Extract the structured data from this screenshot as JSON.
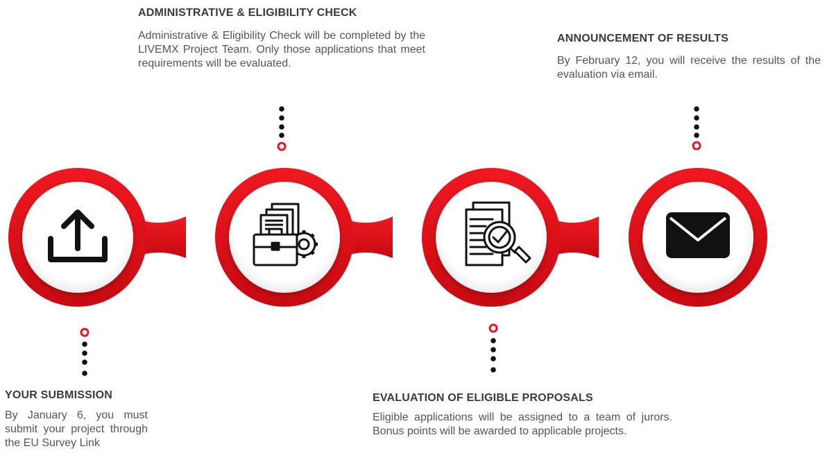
{
  "steps": [
    {
      "id": "submission",
      "title": "YOUR SUBMISSION",
      "description": "By January 6, you must submit your project through the EU Survey Link",
      "icon": "upload-icon"
    },
    {
      "id": "eligibility",
      "title": "ADMINISTRATIVE & ELIGIBILITY CHECK",
      "description": "Administrative & Eligibility Check will be completed by the LIVEMX Project Team. Only those applications that meet requirements will be evaluated.",
      "icon": "briefcase-documents-gear-icon"
    },
    {
      "id": "evaluation",
      "title": "EVALUATION OF ELIGIBLE PROPOSALS",
      "description": "Eligible applications will be assigned to a team of jurors. Bonus points will be awarded to applicable projects.",
      "icon": "document-magnifier-check-icon"
    },
    {
      "id": "results",
      "title": "ANNOUNCEMENT OF RESULTS",
      "description": "By February 12, you will receive the results of the evaluation via email.",
      "icon": "envelope-icon"
    }
  ],
  "colors": {
    "accent": "#e8131b",
    "accent_dark": "#c20a12",
    "icon": "#111111",
    "text": "#555555"
  }
}
